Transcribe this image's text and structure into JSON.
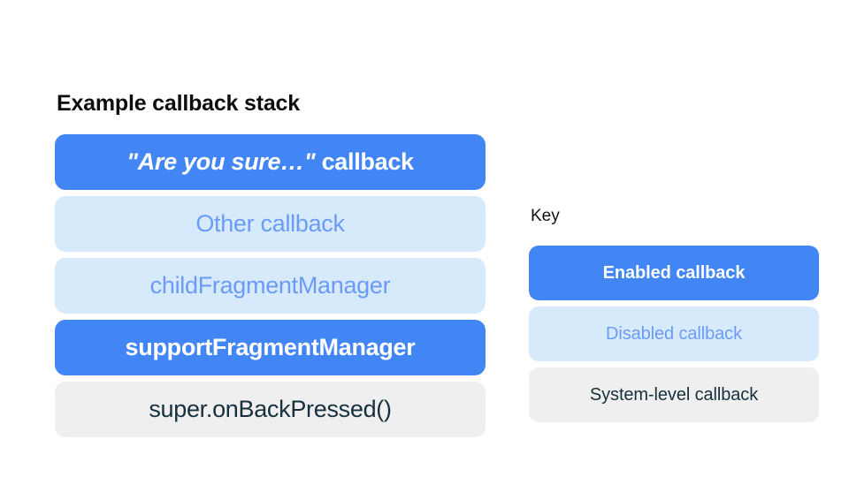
{
  "stack_section": {
    "heading": "Example callback stack",
    "items": [
      {
        "label": "\"Are you sure…\" callback",
        "quoted_part": "\"Are you sure…\"",
        "plain_part": " callback",
        "style": "enabled"
      },
      {
        "label": "Other callback",
        "style": "disabled"
      },
      {
        "label": "childFragmentManager",
        "style": "disabled"
      },
      {
        "label": "supportFragmentManager",
        "style": "enabled"
      },
      {
        "label": "super.onBackPressed()",
        "style": "system"
      }
    ]
  },
  "key_section": {
    "heading": "Key",
    "items": [
      {
        "label": "Enabled callback",
        "style": "enabled"
      },
      {
        "label": "Disabled callback",
        "style": "disabled"
      },
      {
        "label": "System-level callback",
        "style": "system"
      }
    ]
  },
  "colors": {
    "background": "#ffffff",
    "enabled_fill": "#4285f4",
    "enabled_text": "#ffffff",
    "disabled_fill": "#d6eafc",
    "disabled_text": "#6b9bf7",
    "system_fill": "#efefef",
    "system_text": "#16303d",
    "heading_text": "#0d0d0d"
  }
}
